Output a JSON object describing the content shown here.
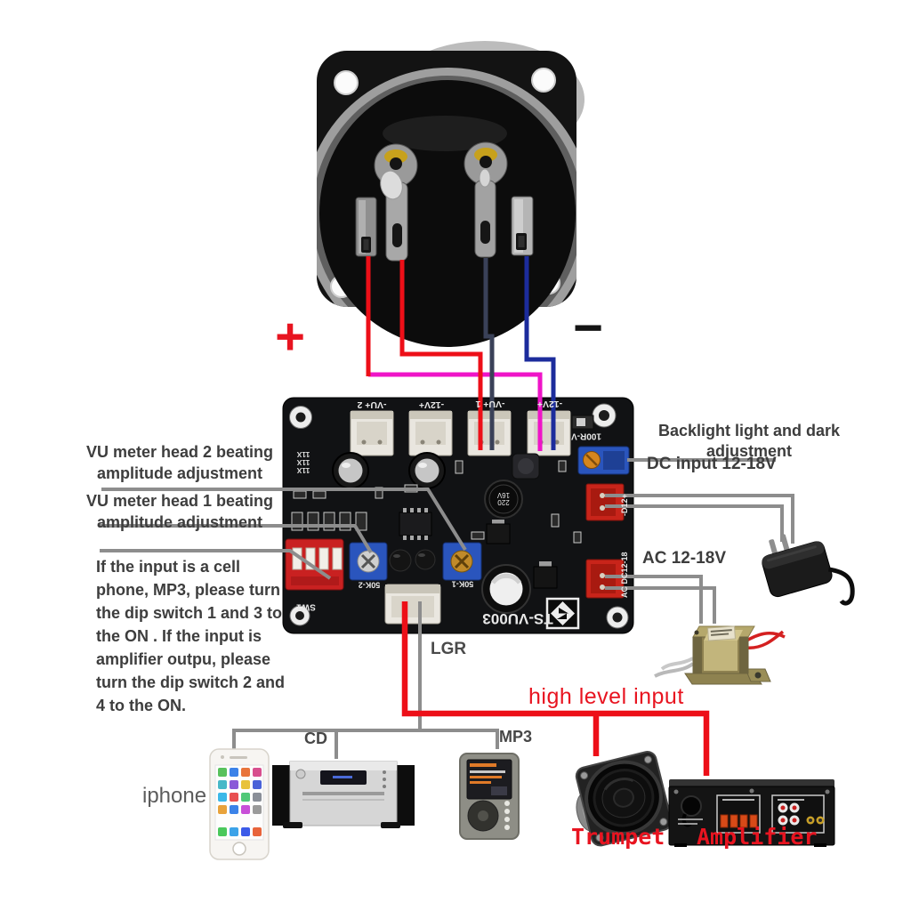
{
  "meter": {
    "plus": "+",
    "minus": "−"
  },
  "board": {
    "connector_labels": [
      "-VU+ 2",
      "-12V+",
      "-VU+ 1",
      "-12V+"
    ],
    "backlight_pot_label": "100R-V",
    "pot_left_label": "50K-2",
    "pot_right_label": "50K-1",
    "dip_switch_label": "SW1",
    "model_label": "TS-VU003",
    "edge_label_dc": "-D12+",
    "edge_label_ac": "AC DC12-18",
    "cap_label": "220 16V",
    "silk_marks": "11X 11X 11X"
  },
  "annotations": {
    "vu_head_2": "VU meter head 2 beating amplitude adjustment",
    "vu_head_1": "VU meter head 1 beating amplitude adjustment",
    "dip_note": "If the input is a cell phone, MP3, please turn the dip switch 1 and 3 to the ON . If the input is amplifier outpu, please turn the dip switch 2 and 4 to the ON.",
    "backlight": "Backlight light and dark adjustment",
    "dc_input": "DC input 12-18V",
    "ac_input": "AC 12-18V",
    "lgr": "LGR",
    "high_level_input": "high level input"
  },
  "devices": {
    "iphone": "iphone",
    "cd": "CD",
    "mp3": "MP3",
    "trumpet": "Trumpet",
    "amplifier": "Amplifier"
  },
  "colors": {
    "label_gray": "#3d3d3d",
    "leader_line_gray": "#8d8d8d",
    "red_accent": "#e81420",
    "wire_red": "#ed0f18",
    "wire_magenta": "#ef14c8",
    "wire_navy": "#3a4158",
    "wire_blue": "#1c2c9c",
    "pcb_black": "#111214"
  }
}
